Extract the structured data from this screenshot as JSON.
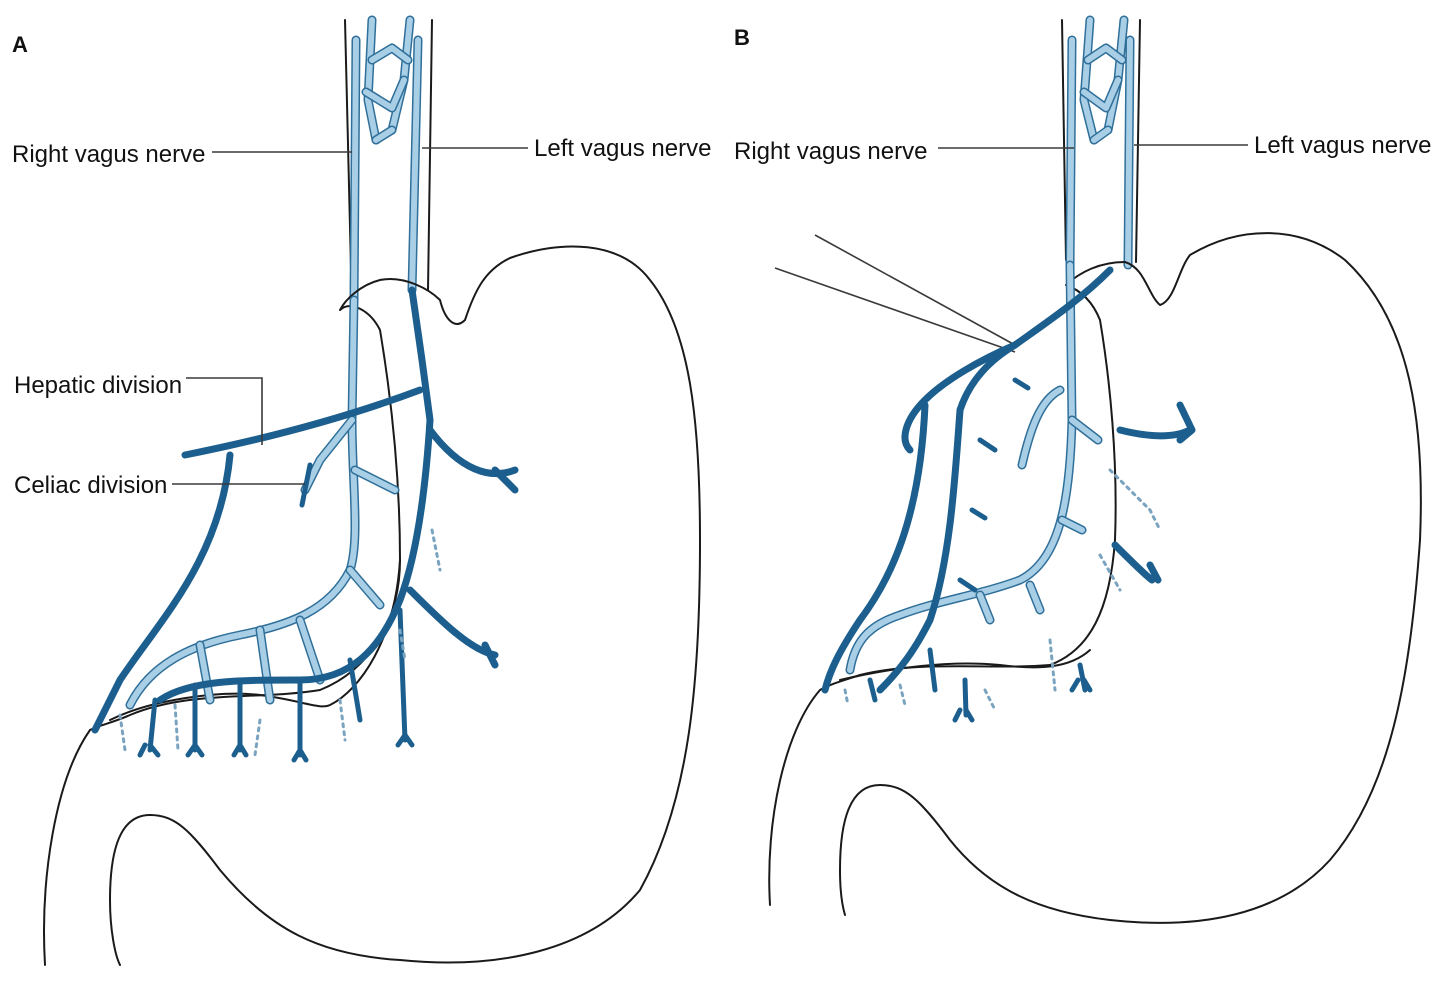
{
  "panels": [
    {
      "letter": "A",
      "labels": {
        "right_vagus": "Right vagus nerve",
        "left_vagus": "Left vagus nerve",
        "hepatic": "Hepatic division",
        "celiac": "Celiac division"
      }
    },
    {
      "letter": "B",
      "labels": {
        "right_vagus": "Right vagus nerve",
        "left_vagus": "Left vagus nerve"
      }
    }
  ],
  "colors": {
    "nerve_dark": "#1c5f8e",
    "nerve_light": "#a9cfe6",
    "outline": "#1a1a1a"
  }
}
